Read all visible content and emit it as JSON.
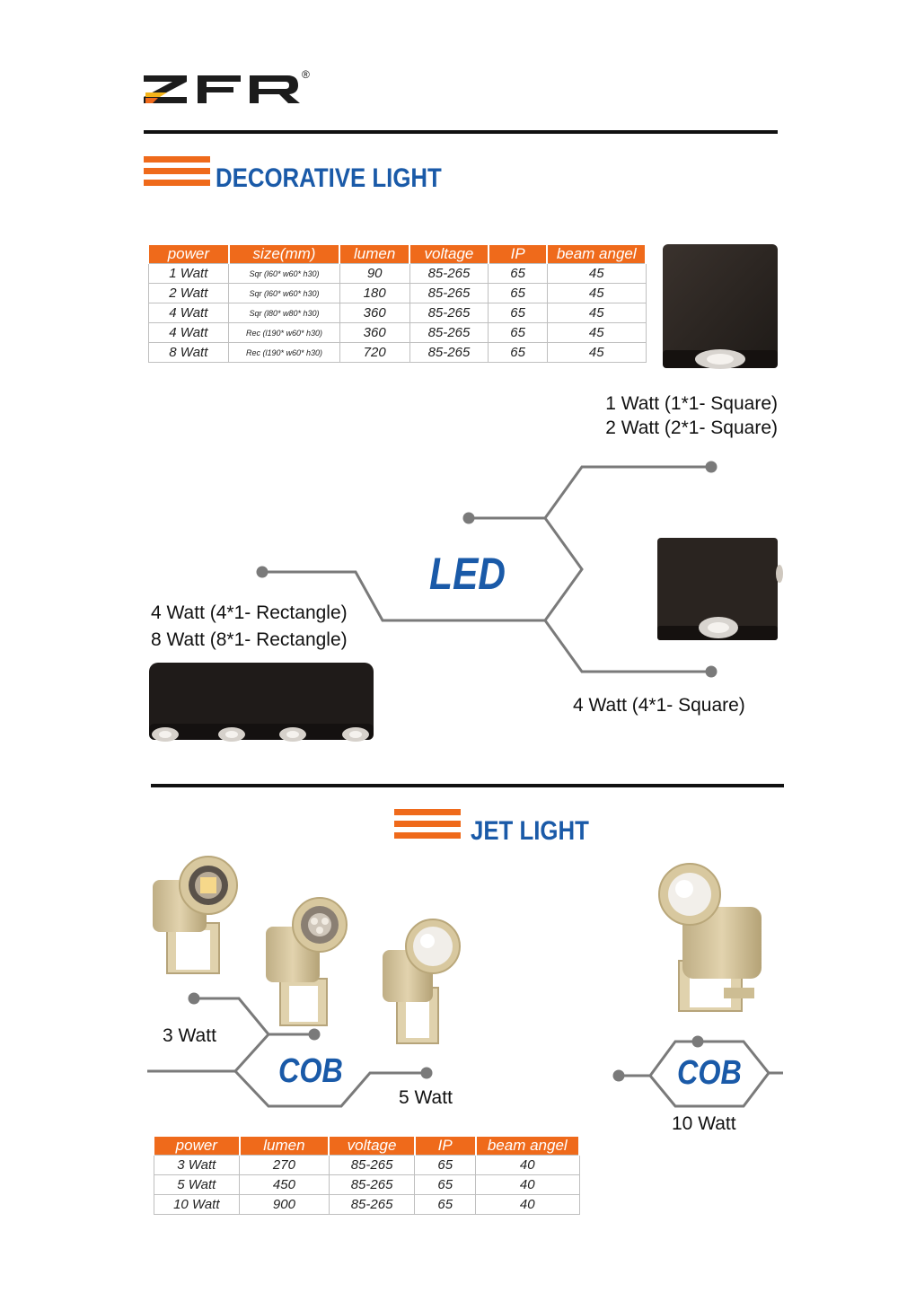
{
  "brand": {
    "logo_text": "ZFR",
    "registered_mark": "®"
  },
  "colors": {
    "accent": "#ef6a1b",
    "title_blue": "#1a5aa8",
    "product_dark": "#2a2420",
    "product_beige": "#d9c79c"
  },
  "decorative": {
    "title": "DECORATIVE LIGHT",
    "table": {
      "headers": [
        "power",
        "size(mm)",
        "lumen",
        "voltage",
        "IP",
        "beam angel"
      ],
      "rows": [
        [
          "1 Watt",
          "Sqr (l60* w60* h30)",
          "90",
          "85-265",
          "65",
          "45"
        ],
        [
          "2 Watt",
          "Sqr (l60* w60* h30)",
          "180",
          "85-265",
          "65",
          "45"
        ],
        [
          "4 Watt",
          "Sqr (l80* w80* h30)",
          "360",
          "85-265",
          "65",
          "45"
        ],
        [
          "4 Watt",
          "Rec (l190* w60* h30)",
          "360",
          "85-265",
          "65",
          "45"
        ],
        [
          "8 Watt",
          "Rec (l190* w60* h30)",
          "720",
          "85-265",
          "65",
          "45"
        ]
      ]
    },
    "caption_square_small_1": "1 Watt (1*1- Square)",
    "caption_square_small_2": "2 Watt (2*1- Square)",
    "center_tag": "LED",
    "caption_rect_1": "4 Watt (4*1- Rectangle)",
    "caption_rect_2": "8 Watt (8*1- Rectangle)",
    "caption_square_large": "4 Watt (4*1- Square)"
  },
  "jet": {
    "title": "JET LIGHT",
    "cob_left": {
      "tag": "COB",
      "caption_a": "3 Watt",
      "caption_b": "5 Watt"
    },
    "cob_right": {
      "tag": "COB",
      "caption": "10 Watt"
    },
    "table": {
      "headers": [
        "power",
        "lumen",
        "voltage",
        "IP",
        "beam angel"
      ],
      "rows": [
        [
          "3 Watt",
          "270",
          "85-265",
          "65",
          "40"
        ],
        [
          "5 Watt",
          "450",
          "85-265",
          "65",
          "40"
        ],
        [
          "10 Watt",
          "900",
          "85-265",
          "65",
          "40"
        ]
      ]
    }
  }
}
